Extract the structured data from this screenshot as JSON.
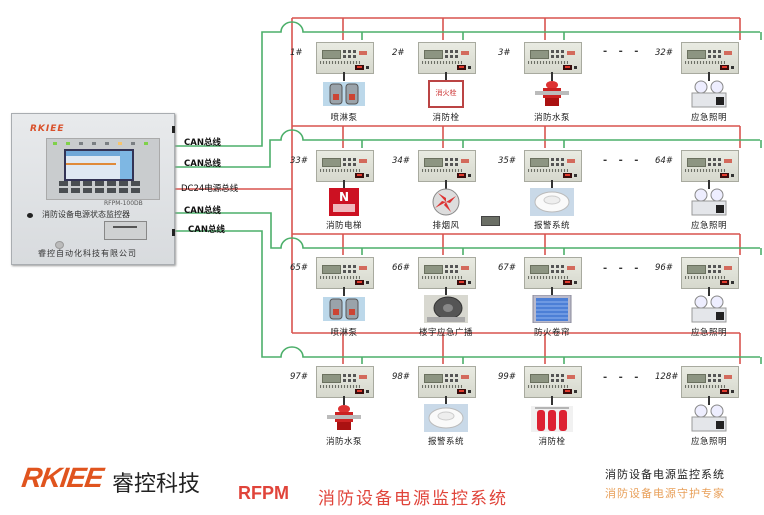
{
  "colors": {
    "can_bus": "#4caf6a",
    "power_bus": "#d9534f",
    "brand": "#e0541e",
    "title_red": "#e0443a",
    "slogan_orange": "#e8a05a"
  },
  "controller": {
    "brand": "RKIEE",
    "model": "RFPM-100DB",
    "title": "消防设备电源状态监控器",
    "company": "睿控自动化科技有限公司"
  },
  "bus_labels": [
    {
      "label": "CAN总线",
      "type": "can"
    },
    {
      "label": "CAN总线",
      "type": "can"
    },
    {
      "label": "DC24电源总线",
      "type": "power"
    },
    {
      "label": "CAN总线",
      "type": "can"
    },
    {
      "label": "CAN总线",
      "type": "can"
    }
  ],
  "ellipsis": "- - -",
  "rows": [
    {
      "nodes": [
        {
          "id": "1#",
          "label": "喷淋泵",
          "device": "sprinkler-icon"
        },
        {
          "id": "2#",
          "label": "消防栓",
          "device": "hydrant-box-icon"
        },
        {
          "id": "3#",
          "label": "消防水泵",
          "device": "fire-pump-icon"
        },
        {
          "id": "32#",
          "label": "应急照明",
          "device": "emergency-light-icon"
        }
      ]
    },
    {
      "nodes": [
        {
          "id": "33#",
          "label": "消防电梯",
          "device": "fire-elevator-icon"
        },
        {
          "id": "34#",
          "label": "排烟风",
          "device": "smoke-fan-icon"
        },
        {
          "id": "35#",
          "label": "报警系统",
          "device": "smoke-detector-icon"
        },
        {
          "id": "64#",
          "label": "应急照明",
          "device": "emergency-light-icon"
        }
      ]
    },
    {
      "nodes": [
        {
          "id": "65#",
          "label": "喷淋泵",
          "device": "sprinkler-icon"
        },
        {
          "id": "66#",
          "label": "楼宇应急广播",
          "device": "speaker-icon"
        },
        {
          "id": "67#",
          "label": "防火卷帘",
          "device": "fire-shutter-icon"
        },
        {
          "id": "96#",
          "label": "应急照明",
          "device": "emergency-light-icon"
        }
      ]
    },
    {
      "nodes": [
        {
          "id": "97#",
          "label": "消防水泵",
          "device": "fire-pump-icon"
        },
        {
          "id": "98#",
          "label": "报警系统",
          "device": "smoke-detector-icon"
        },
        {
          "id": "99#",
          "label": "消防栓",
          "device": "gas-cylinders-icon"
        },
        {
          "id": "128#",
          "label": "应急照明",
          "device": "emergency-light-icon"
        }
      ]
    }
  ],
  "footer": {
    "logo": "RKIEE",
    "logo_cn": "睿控科技",
    "title_en": "RFPM",
    "title_cn": "消防设备电源监控系统",
    "slogan_1": "消防设备电源监控系统",
    "slogan_2": "消防设备电源守护专家"
  }
}
